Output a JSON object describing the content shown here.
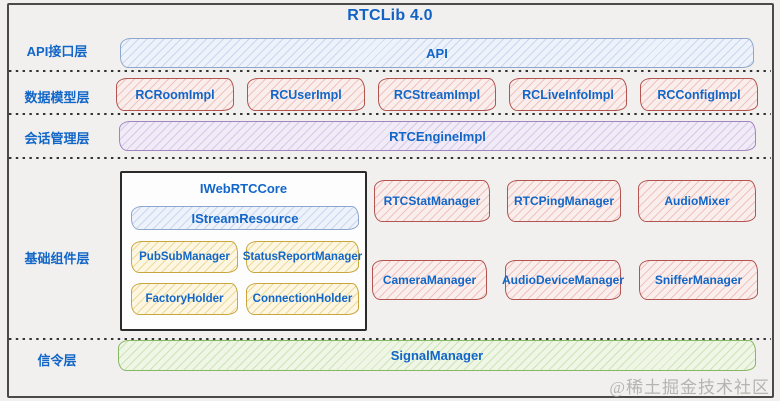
{
  "title": "RTCLib 4.0",
  "watermark": "@稀土掘金技术社区",
  "colors": {
    "title_text": "#1162c4",
    "box_text": "#1266c8",
    "blue_box_border": "#8fa6cc",
    "red_box_border": "#b25450",
    "purple_box_border": "#a184c0",
    "yellow_box_border": "#c9a63e",
    "green_box_border": "#86b761",
    "core_box_border": "#2b2b2b",
    "separator_dots": "#333333",
    "background": "#f1f0ee"
  },
  "layers": {
    "api": {
      "label": "API接口层",
      "box": "API"
    },
    "model": {
      "label": "数据模型层",
      "boxes": [
        "RCRoomImpl",
        "RCUserImpl",
        "RCStreamImpl",
        "RCLiveInfoImpl",
        "RCConfigImpl"
      ]
    },
    "session": {
      "label": "会话管理层",
      "box": "RTCEngineImpl"
    },
    "components": {
      "label": "基础组件层",
      "core": {
        "title": "IWebRTCCore",
        "resource": "IStreamResource",
        "holders": [
          "PubSubManager",
          "StatusReportManager",
          "FactoryHolder",
          "ConnectionHolder"
        ]
      },
      "managers": [
        [
          "RTCStatManager",
          "RTCPingManager",
          "AudioMixer"
        ],
        [
          "CameraManager",
          "AudioDeviceManager",
          "SnifferManager"
        ]
      ]
    },
    "signal": {
      "label": "信令层",
      "box": "SignalManager"
    }
  }
}
